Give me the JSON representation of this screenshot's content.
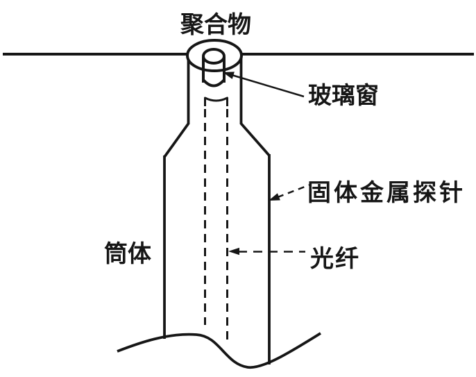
{
  "diagram": {
    "background_color": "#ffffff",
    "line_color": "#161616",
    "labels": {
      "polymer": "聚合物",
      "glass_window": "玻璃窗",
      "solid_metal_probe": "固体金属探针",
      "optical_fiber": "光纤",
      "barrel": "筒体"
    }
  }
}
